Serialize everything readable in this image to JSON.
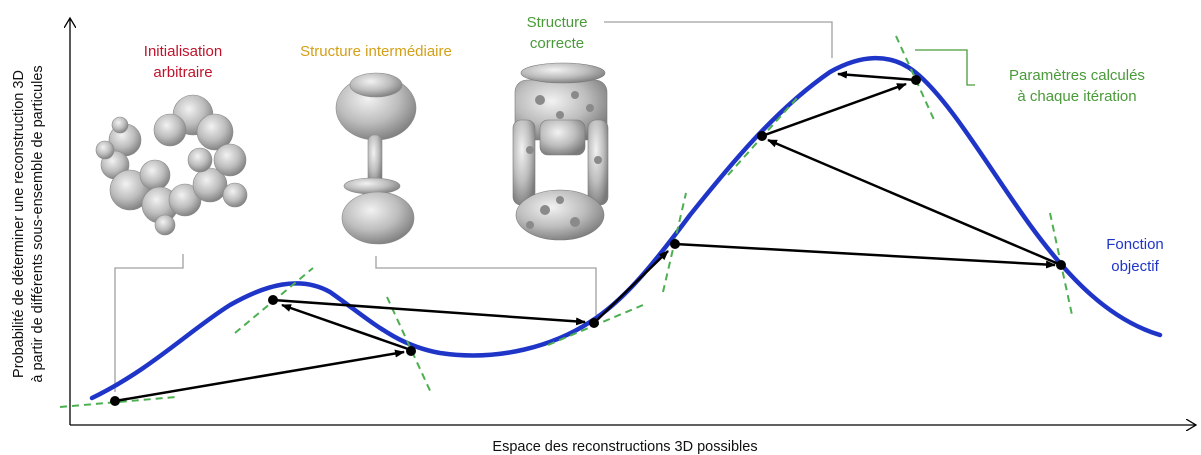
{
  "axes": {
    "x_label": "Espace des reconstructions 3D possibles",
    "y_label_line1": "Probabilité de déterminer une reconstruction 3D",
    "y_label_line2": "à partir de différents sous-ensemble de particules"
  },
  "labels": {
    "initialisation_line1": "Initialisation",
    "initialisation_line2": "arbitraire",
    "intermediaire": "Structure intermédiaire",
    "correcte_line1": "Structure",
    "correcte_line2": "correcte",
    "parametres_line1": "Paramètres calculés",
    "parametres_line2": "à chaque itération",
    "fonction_line1": "Fonction",
    "fonction_line2": "objectif"
  },
  "colors": {
    "curve": "#1f35c8",
    "tangent": "#4caf50",
    "arrow": "#000000",
    "init_label": "#c0132b",
    "intermediaire_label": "#d4a017",
    "correcte_label": "#4a9a3a",
    "parametres_label": "#4a9a3a",
    "fonction_label": "#1f35c8",
    "connector": "#a0a0a0"
  }
}
